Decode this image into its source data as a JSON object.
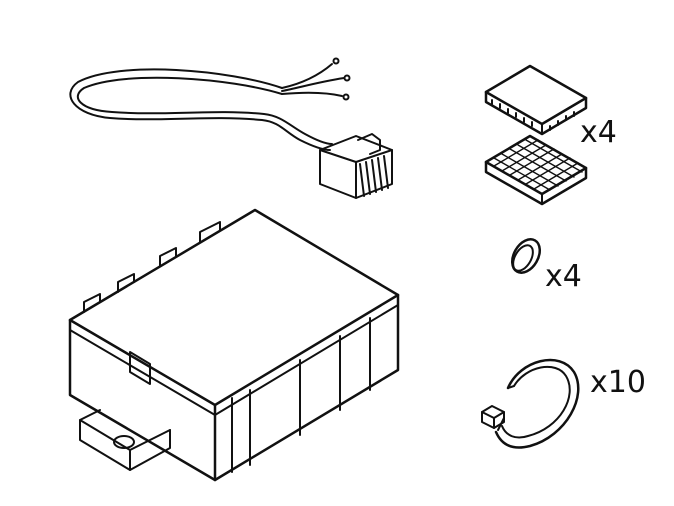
{
  "parts": [
    {
      "name": "wiring-harness",
      "quantity_label": ""
    },
    {
      "name": "control-module",
      "quantity_label": ""
    },
    {
      "name": "adhesive-pad",
      "quantity_label": "x4"
    },
    {
      "name": "ring",
      "quantity_label": "x4"
    },
    {
      "name": "cable-tie",
      "quantity_label": "x10"
    }
  ],
  "colors": {
    "line": "#111111",
    "background": "#ffffff"
  }
}
